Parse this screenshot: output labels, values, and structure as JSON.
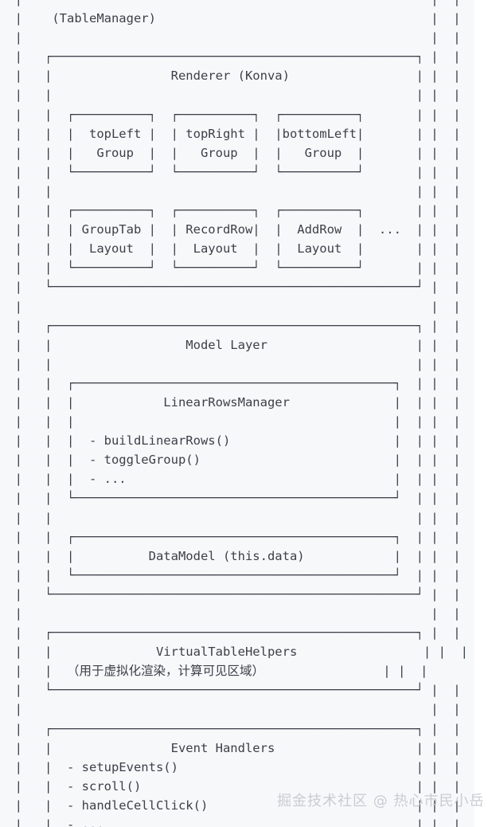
{
  "meta": {
    "kind": "ascii-architecture-diagram",
    "background_color": "#f7f8fa",
    "page_background_color": "#ffffff",
    "line_color": "#3b4048",
    "watermark_color": "#c9ccd1"
  },
  "watermark": {
    "text": "掘金技术社区 @ 热心市民小岳"
  },
  "diagram": {
    "root_label": "(TableManager)",
    "sections": [
      {
        "title": "Renderer (Konva)",
        "rows": [
          {
            "boxes": [
              "topLeft\nGroup",
              "topRight\nGroup",
              "bottomLeft\nGroup"
            ],
            "trailing": ""
          },
          {
            "boxes": [
              "GroupTab\nLayout",
              "RecordRow\nLayout",
              "AddRow\nLayout"
            ],
            "trailing": "..."
          }
        ]
      },
      {
        "title": "Model Layer",
        "children": [
          {
            "title": "LinearRowsManager",
            "methods": [
              "- buildLinearRows()",
              "- toggleGroup()",
              "- ..."
            ]
          },
          {
            "title": "DataModel (this.data)",
            "methods": []
          }
        ]
      },
      {
        "title": "VirtualTableHelpers",
        "subtitle": "（用于虚拟化渲染，计算可见区域）",
        "methods": []
      },
      {
        "title": "Event Handlers",
        "methods": [
          "- setupEvents()",
          "- scroll()",
          "- handleCellClick()",
          "- ..."
        ]
      }
    ],
    "ascii": "  |                                                       |  |\n  |    (TableManager)                                     |  |\n  |                                                       |  |\n  |   ┌─────────────────────────────────────────────────┐ |  |\n  |   |                Renderer (Konva)                 | |  |\n  |   |                                                 | |  |\n  |   |  ┌──────────┐  ┌──────────┐  ┌──────────┐       | |  |\n  |   |  |  topLeft |  | topRight |  |bottomLeft|       | |  |\n  |   |  |   Group  |  |   Group  |  |   Group  |       | |  |\n  |   |  └──────────┘  └──────────┘  └──────────┘       | |  |\n  |   |                                                 | |  |\n  |   |  ┌──────────┐  ┌──────────┐  ┌──────────┐       | |  |\n  |   |  | GroupTab |  | RecordRow|  |  AddRow  |  ...  | |  |\n  |   |  |  Layout  |  |  Layout  |  |  Layout  |       | |  |\n  |   |  └──────────┘  └──────────┘  └──────────┘       | |  |\n  |   └─────────────────────────────────────────────────┘ |  |\n  |                                                       |  |\n  |   ┌─────────────────────────────────────────────────┐ |  |\n  |   |                  Model Layer                    | |  |\n  |   |                                                 | |  |\n  |   |  ┌───────────────────────────────────────────┐  | |  |\n  |   |  |            LinearRowsManager              |  | |  |\n  |   |  |                                           |  | |  |\n  |   |  |  - buildLinearRows()                      |  | |  |\n  |   |  |  - toggleGroup()                          |  | |  |\n  |   |  |  - ...                                    |  | |  |\n  |   |  └───────────────────────────────────────────┘  | |  |\n  |   |                                                 | |  |\n  |   |  ┌───────────────────────────────────────────┐  | |  |\n  |   |  |          DataModel (this.data)            |  | |  |\n  |   |  └───────────────────────────────────────────┘  | |  |\n  |   └─────────────────────────────────────────────────┘ |  |\n  |                                                       |  |\n  |   ┌─────────────────────────────────────────────────┐ |  |\n  |   |              VirtualTableHelpers                 | |  |\n  |   |  （用于虚拟化渲染，计算可见区域）                | |  |\n  |   └─────────────────────────────────────────────────┘ |  |\n  |                                                       |  |\n  |   ┌─────────────────────────────────────────────────┐ |  |\n  |   |                Event Handlers                   | |  |\n  |   |  - setupEvents()                                | |  |\n  |   |  - scroll()                                     | |  |\n  |   |  - handleCellClick()                            | |  |\n  |   |  - ...                                          | |  |"
  }
}
